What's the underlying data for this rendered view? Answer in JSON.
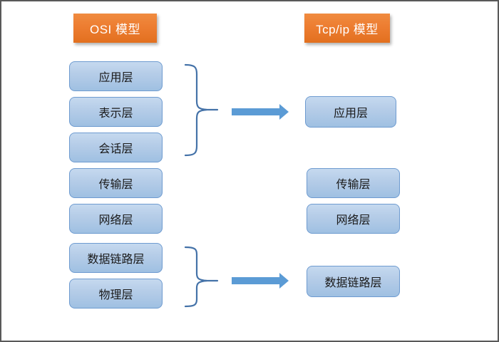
{
  "diagram": {
    "title_left": "OSI 模型",
    "title_right": "Tcp/ip 模型",
    "frame_border_color": "#595959",
    "pill_color": "#ED7D31",
    "box_fill_color": "#B6CDE8",
    "box_border_color": "#6E9BD0",
    "arrow_color": "#5B9BD5",
    "brace_color": "#4472A8"
  },
  "osi": {
    "heading": "OSI 模型",
    "layers": [
      {
        "label": "应用层"
      },
      {
        "label": "表示层"
      },
      {
        "label": "会话层"
      },
      {
        "label": "传输层"
      },
      {
        "label": "网络层"
      },
      {
        "label": "数据链路层"
      },
      {
        "label": "物理层"
      }
    ]
  },
  "tcpip": {
    "heading": "Tcp/ip 模型",
    "layers": [
      {
        "label": "应用层"
      },
      {
        "label": "传输层"
      },
      {
        "label": "网络层"
      },
      {
        "label": "数据链路层"
      }
    ]
  },
  "mappings": [
    {
      "name": "application-group",
      "from": [
        "应用层",
        "表示层",
        "会话层"
      ],
      "to": "应用层"
    },
    {
      "name": "link-group",
      "from": [
        "数据链路层",
        "物理层"
      ],
      "to": "数据链路层"
    }
  ]
}
